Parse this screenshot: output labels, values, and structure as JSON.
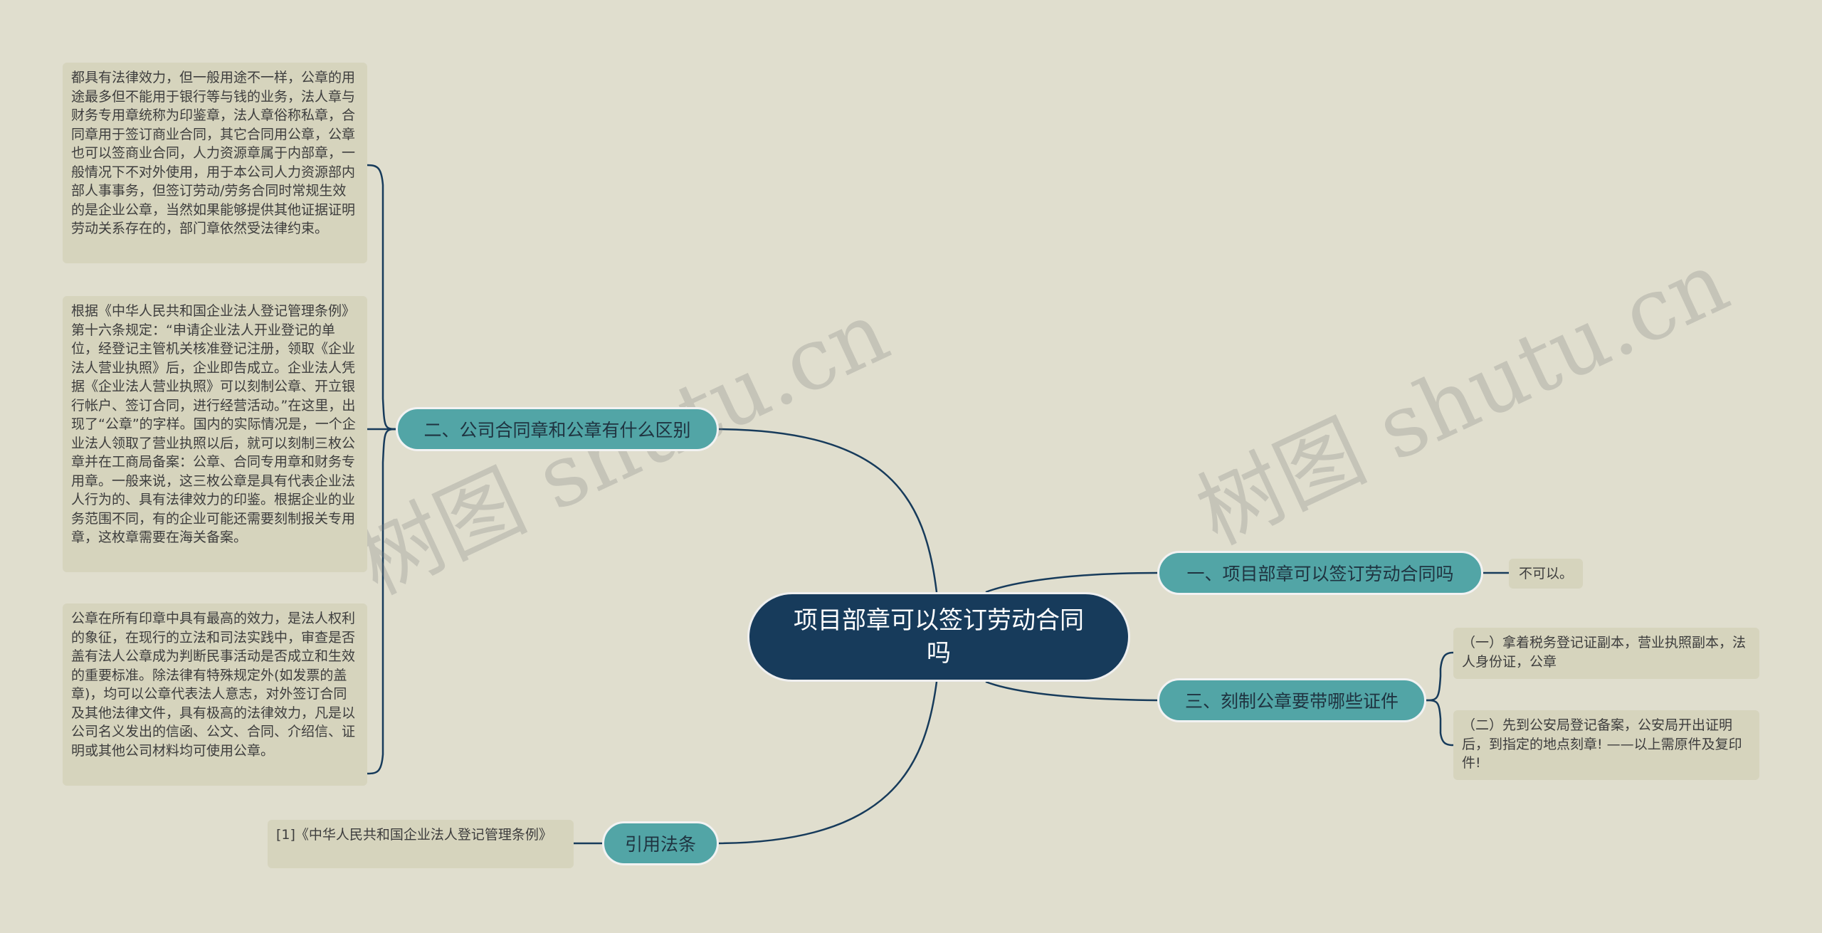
{
  "root": {
    "label": "项目部章可以签订劳动合同吗"
  },
  "branches": [
    {
      "id": "b1",
      "label": "一、项目部章可以签订劳动合同吗"
    },
    {
      "id": "b2",
      "label": "二、公司合同章和公章有什么区别"
    },
    {
      "id": "b3",
      "label": "三、刻制公章要带哪些证件"
    },
    {
      "id": "b4",
      "label": "引用法条"
    }
  ],
  "leaves": {
    "b1_l1": "不可以。",
    "b2_l1": "都具有法律效力，但一般用途不一样，公章的用途最多但不能用于银行等与钱的业务，法人章与财务专用章统称为印鉴章，法人章俗称私章，合同章用于签订商业合同，其它合同用公章，公章也可以签商业合同，人力资源章属于内部章，一般情况下不对外使用，用于本公司人力资源部内部人事事务，但签订劳动/劳务合同时常规生效的是企业公章，当然如果能够提供其他证据证明劳动关系存在的，部门章依然受法律约束。",
    "b2_l2": "根据《中华人民共和国企业法人登记管理条例》第十六条规定：“申请企业法人开业登记的单位，经登记主管机关核准登记注册，领取《企业法人营业执照》后，企业即告成立。企业法人凭据《企业法人营业执照》可以刻制公章、开立银行帐户、签订合同，进行经营活动。”在这里，出现了“公章”的字样。国内的实际情况是，一个企业法人领取了营业执照以后，就可以刻制三枚公章并在工商局备案：公章、合同专用章和财务专用章。一般来说，这三枚公章是具有代表企业法人行为的、具有法律效力的印鉴。根据企业的业务范围不同，有的企业可能还需要刻制报关专用章，这枚章需要在海关备案。",
    "b2_l3": "公章在所有印章中具有最高的效力，是法人权利的象征，在现行的立法和司法实践中，审查是否盖有法人公章成为判断民事活动是否成立和生效的重要标准。除法律有特殊规定外(如发票的盖章)，均可以公章代表法人意志，对外签订合同及其他法律文件，具有极高的法律效力，凡是以公司名义发出的信函、公文、合同、介绍信、证明或其他公司材料均可使用公章。",
    "b3_l1": "（一）拿着税务登记证副本，营业执照副本，法人身份证，公章",
    "b3_l2": "（二）先到公安局登记备案，公安局开出证明后，到指定的地点刻章! ——以上需原件及复印件!",
    "b4_l1": "[1]《中华人民共和国企业法人登记管理条例》"
  },
  "watermarks": [
    "树图 shutu.cn",
    "树图 shutu.cn"
  ],
  "colors": {
    "background": "#e0dece",
    "root": "#173b5b",
    "branch": "#52a5a6",
    "leaf": "#d6d4bd",
    "link": "#173b5b"
  }
}
